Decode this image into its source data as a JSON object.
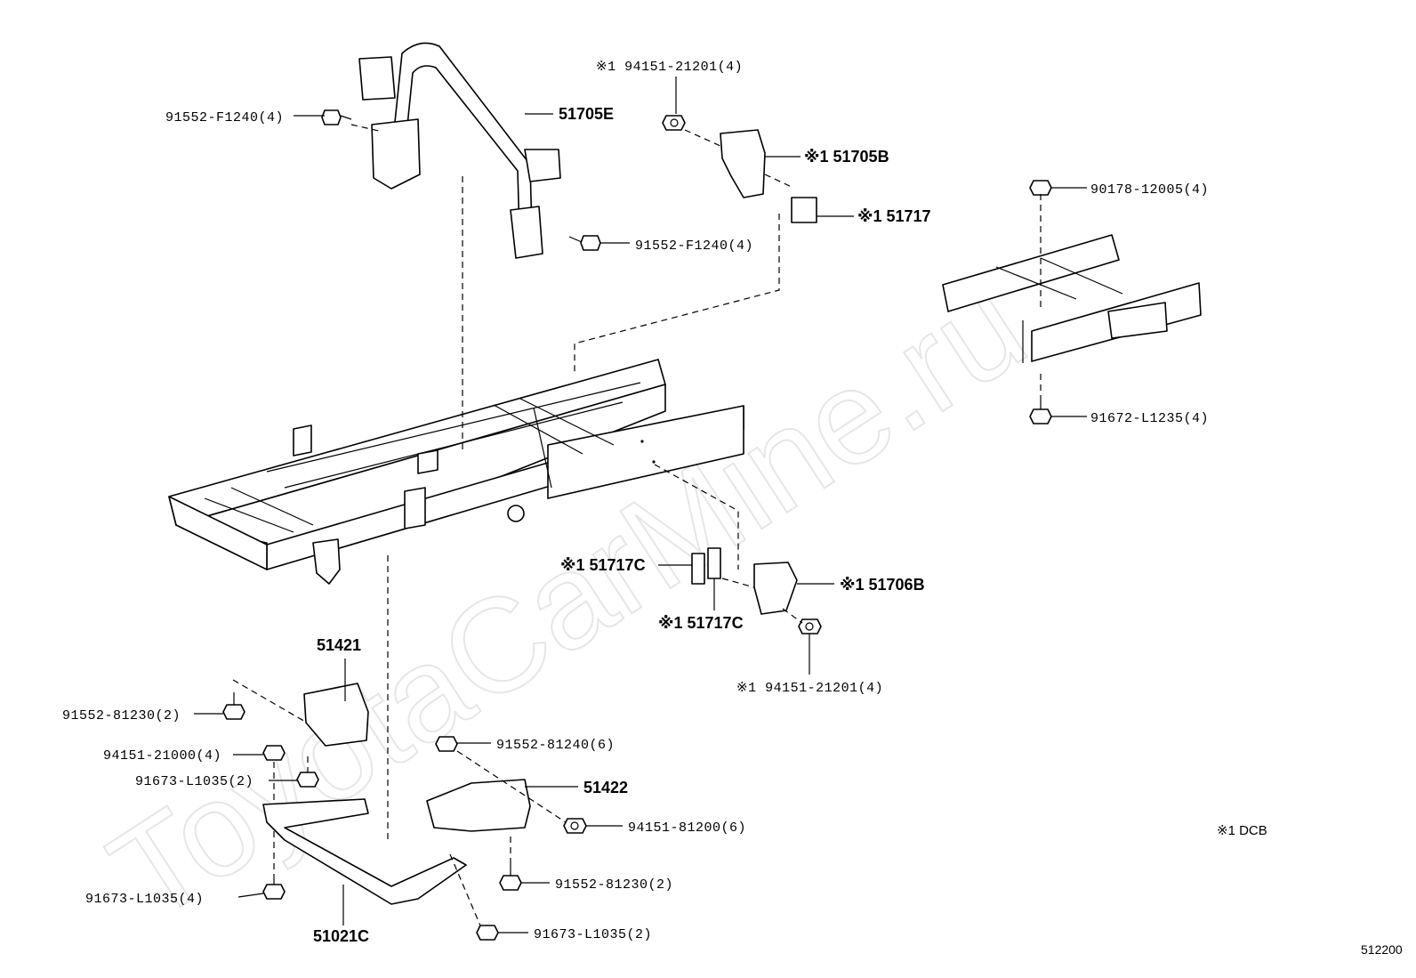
{
  "watermark": "ToyotaCarMine.ru",
  "diagram_code": "512200",
  "note": "※1 DCB",
  "labels": {
    "p51705E": "51705E",
    "p91552_F1240_top": "91552-F1240(4)",
    "p91552_F1240_mid": "91552-F1240(4)",
    "p94151_21201_top": "※1 94151-21201(4)",
    "p51705B": "※1 51705B",
    "p51717": "※1 51717",
    "p90178_12005": "90178-12005(4)",
    "p91672_L1235": "91672-L1235(4)",
    "p51717C_a": "※1 51717C",
    "p51717C_b": "※1 51717C",
    "p51706B": "※1 51706B",
    "p94151_21201_bot": "※1 94151-21201(4)",
    "p51421": "51421",
    "p91552_81230_left": "91552-81230(2)",
    "p94151_21000": "94151-21000(4)",
    "p91673_L1035_2a": "91673-L1035(2)",
    "p91552_81240": "91552-81240(6)",
    "p51422": "51422",
    "p94151_81200": "94151-81200(6)",
    "p91552_81230_bot": "91552-81230(2)",
    "p91673_L1035_4": "91673-L1035(4)",
    "p51021C": "51021C",
    "p91673_L1035_2b": "91673-L1035(2)"
  }
}
